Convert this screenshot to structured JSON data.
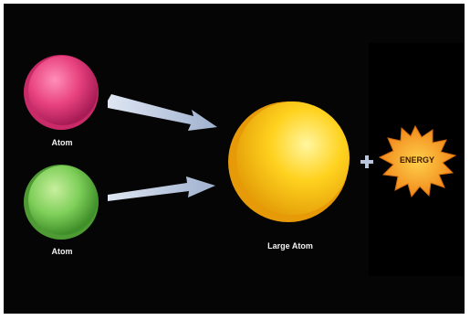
{
  "labels": {
    "atom_top": "Atom",
    "atom_bottom": "Atom",
    "large_atom": "Large Atom",
    "energy": "ENERGY",
    "plus": "+"
  },
  "colors": {
    "background": "#050505",
    "atom_top": "#e8427f",
    "atom_bottom": "#7fcf5a",
    "large_atom": "#f7c61a",
    "energy_burst": "#f59a1d",
    "arrow": "#b9c6dc",
    "plus": "#b9c6dc"
  },
  "icons": {
    "atom_top": "pink-sphere",
    "atom_bottom": "green-sphere",
    "large_atom": "yellow-sphere",
    "energy": "starburst",
    "arrows": "arrow-right"
  }
}
